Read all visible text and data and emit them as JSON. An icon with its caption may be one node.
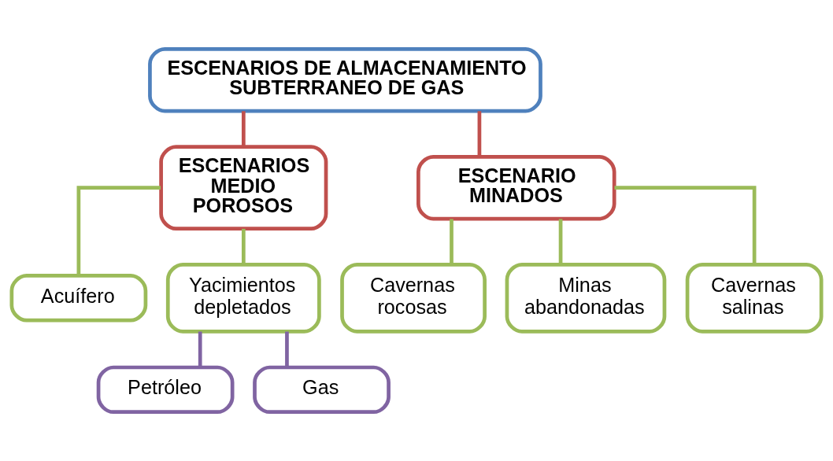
{
  "diagram": {
    "nodes": [
      {
        "text": [
          "ESCENARIOS DE ALMACENAMIENTO SUBTERRANEO DE GAS"
        ]
      },
      {
        "text": [
          "ESCENARIOS MEDIO POROSOS"
        ]
      },
      {
        "text": [
          "ESCENARIO MINADOS"
        ]
      },
      {
        "text": [
          "Acuífero"
        ]
      },
      {
        "text": [
          "Yacimientos depletados"
        ]
      },
      {
        "text": [
          "Cavernas rocosas"
        ]
      },
      {
        "text": [
          "Minas abandonadas"
        ]
      },
      {
        "text": [
          "Cavernas salinas"
        ]
      },
      {
        "text": [
          "Petróleo"
        ]
      },
      {
        "text": [
          "Gas"
        ]
      }
    ],
    "edges": [
      {
        "from": 0,
        "to": 1,
        "arrow": "none",
        "color": "#c0504d"
      },
      {
        "from": 0,
        "to": 2,
        "arrow": "none",
        "color": "#c0504d"
      },
      {
        "from": 1,
        "to": 3,
        "arrow": "none"
      },
      {
        "from": 1,
        "to": 4,
        "arrow": "none"
      },
      {
        "from": 2,
        "to": 5,
        "arrow": "none"
      },
      {
        "from": 2,
        "to": 6,
        "arrow": "none"
      },
      {
        "from": 2,
        "to": 7,
        "arrow": "none"
      },
      {
        "from": 4,
        "to": 8,
        "arrow": "none",
        "color": "#8064a2"
      },
      {
        "from": 4,
        "to": 9,
        "arrow": "none",
        "color": "#8064a2"
      }
    ]
  }
}
